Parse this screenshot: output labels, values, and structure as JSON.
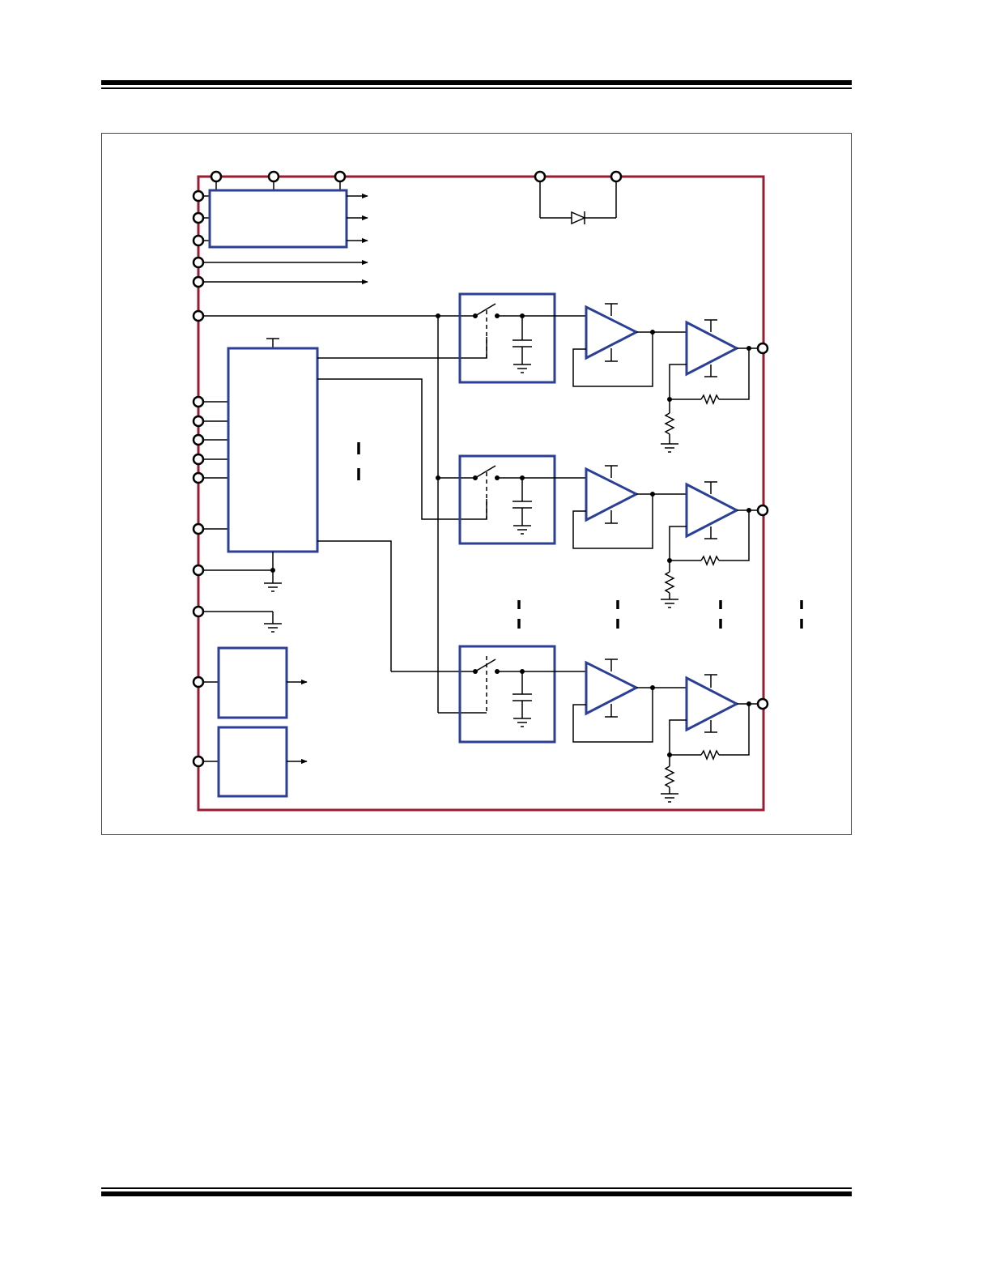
{
  "page": {
    "header_rule": "double",
    "footer_rule": "double"
  },
  "diagram": {
    "type": "block-diagram",
    "colors": {
      "device_outline": "#9b1b30",
      "blocks": "#2b3f94",
      "wires": "#000000",
      "frame": "#444444"
    },
    "channels": [
      {
        "stages": [
          "sample-hold-switch",
          "hold-capacitor",
          "buffer-amplifier",
          "gain-amplifier"
        ]
      },
      {
        "stages": [
          "sample-hold-switch",
          "hold-capacitor",
          "buffer-amplifier",
          "gain-amplifier"
        ]
      },
      {
        "stages": [
          "sample-hold-switch",
          "hold-capacitor",
          "buffer-amplifier",
          "gain-amplifier"
        ]
      }
    ],
    "icons": [
      "diode-icon",
      "ground-icon",
      "resistor-icon",
      "capacitor-icon",
      "switch-icon",
      "op-amp-icon",
      "arrow-icon",
      "pin-icon"
    ]
  }
}
